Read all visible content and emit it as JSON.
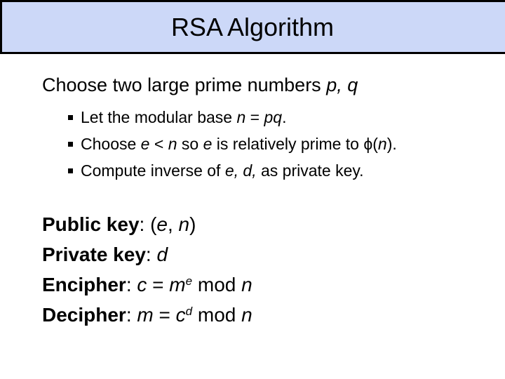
{
  "slide": {
    "title": "RSA Algorithm"
  },
  "colors": {
    "title_background": "#ccd8f8",
    "title_border": "#000000",
    "text": "#000000",
    "slide_background": "#ffffff"
  },
  "heading": {
    "segments": [
      {
        "text": "Choose two large prime numbers "
      },
      {
        "text": "p, q"
      }
    ]
  },
  "bullets": [
    {
      "marker": "square-bullet",
      "segments": [
        {
          "text": "Let the modular base "
        },
        {
          "text": "n"
        },
        {
          "text": " = "
        },
        {
          "text": "pq"
        },
        {
          "text": "."
        }
      ]
    },
    {
      "marker": "square-bullet",
      "segments": [
        {
          "text": "Choose "
        },
        {
          "text": "e"
        },
        {
          "text": " < "
        },
        {
          "text": "n"
        },
        {
          "text": " so "
        },
        {
          "text": "e"
        },
        {
          "text": " is relatively prime to ϕ("
        },
        {
          "text": "n"
        },
        {
          "text": ")."
        }
      ]
    },
    {
      "marker": "square-bullet",
      "segments": [
        {
          "text": "Compute inverse of "
        },
        {
          "text": "e, d,"
        },
        {
          "text": " as private key."
        }
      ]
    }
  ],
  "definitions": [
    {
      "label": "Public key",
      "segments": [
        {
          "text": ": ("
        },
        {
          "text": "e"
        },
        {
          "text": ", "
        },
        {
          "text": "n"
        },
        {
          "text": ")"
        }
      ]
    },
    {
      "label": "Private key",
      "segments": [
        {
          "text": ": "
        },
        {
          "text": "d"
        }
      ]
    },
    {
      "label": "Encipher",
      "segments": [
        {
          "text": ": "
        },
        {
          "text": "c"
        },
        {
          "text": " = "
        },
        {
          "text": "m"
        },
        {
          "text": "e"
        },
        {
          "text": " mod "
        },
        {
          "text": "n"
        }
      ]
    },
    {
      "label": "Decipher",
      "segments": [
        {
          "text": ": "
        },
        {
          "text": "m"
        },
        {
          "text": " = "
        },
        {
          "text": "c"
        },
        {
          "text": "d"
        },
        {
          "text": " mod "
        },
        {
          "text": "n"
        }
      ]
    }
  ]
}
